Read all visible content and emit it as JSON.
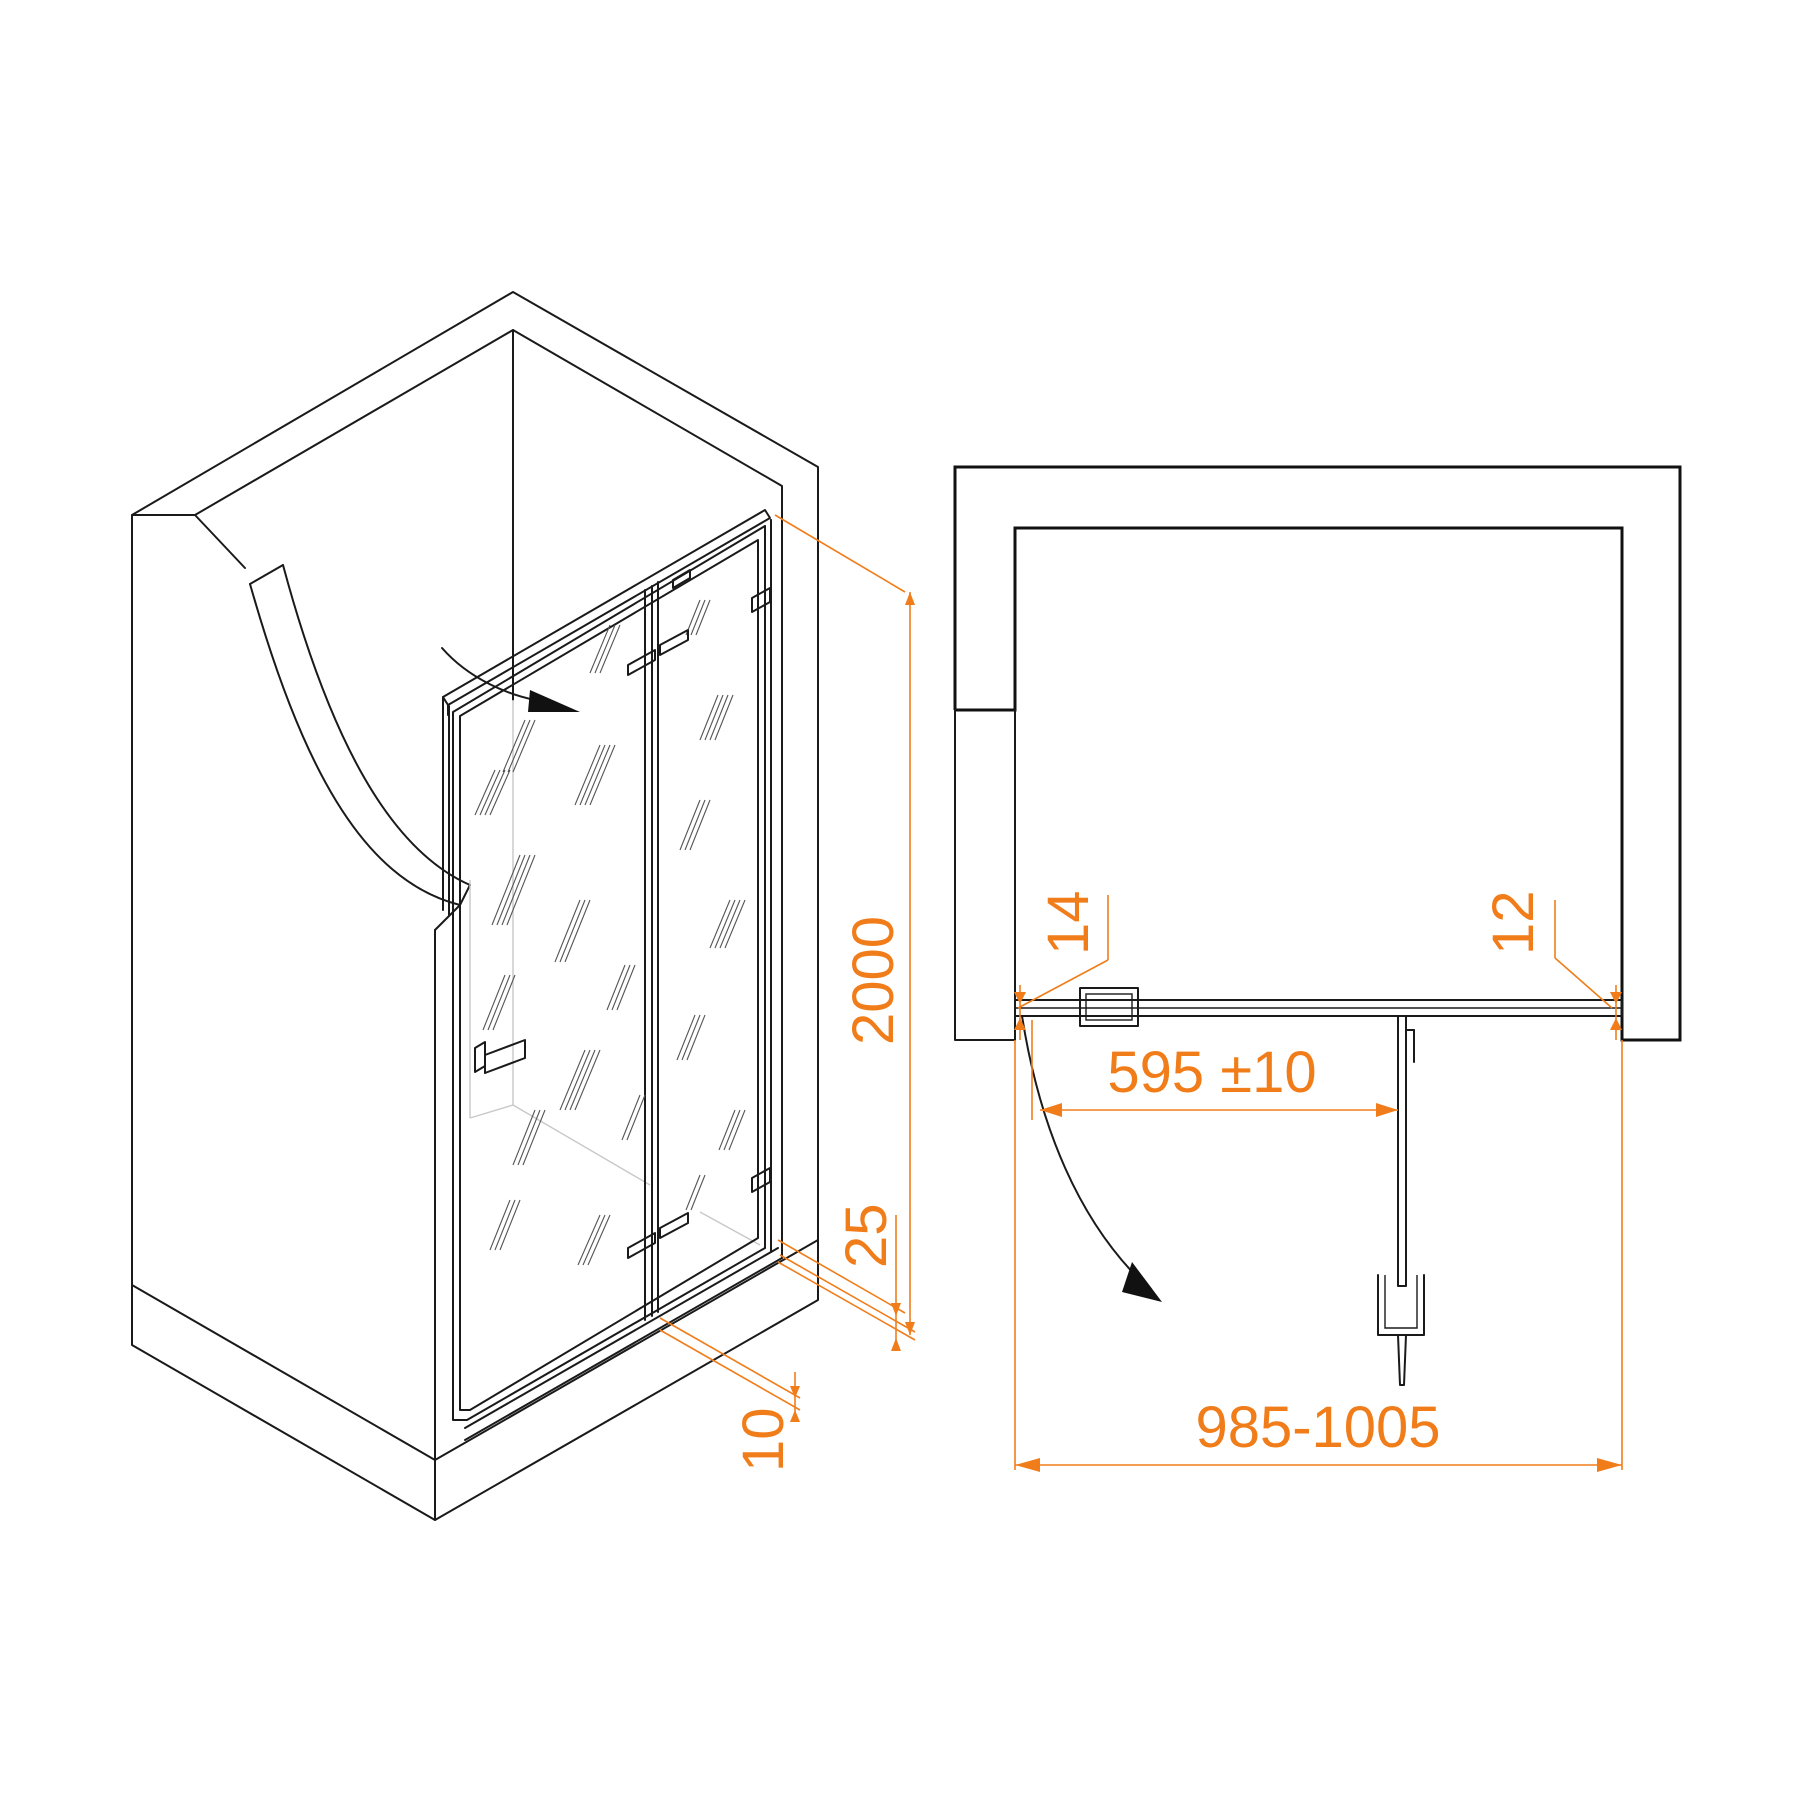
{
  "colors": {
    "outline": "#1a1a1a",
    "dimension": "#f07d1a",
    "background": "#ffffff"
  },
  "isometric_view": {
    "dimensions": {
      "height": "2000",
      "bottom_gap": "25",
      "door_gap": "10"
    }
  },
  "plan_view": {
    "dimensions": {
      "left_clearance": "14",
      "right_clearance": "12",
      "door_opening": "595 ±10",
      "total_width": "985-1005"
    }
  }
}
